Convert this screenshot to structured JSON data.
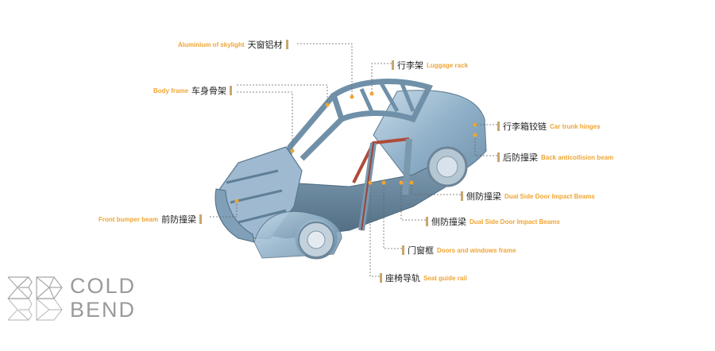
{
  "labels": {
    "skylight": {
      "en": "Aluminium of skylight",
      "cn": "天窗铝材"
    },
    "body_frame": {
      "en": "Body frame",
      "cn": "车身骨架"
    },
    "front_bumper": {
      "en": "Front bumper beam",
      "cn": "前防撞梁"
    },
    "luggage_rack": {
      "cn": "行李架",
      "en": "Luggage rack"
    },
    "trunk_hinges": {
      "cn": "行李箱铰链",
      "en": "Car trunk hinges"
    },
    "back_beam": {
      "cn": "后防撞梁",
      "en": "Back anticollision beam"
    },
    "side_door_1": {
      "cn": "侧防撞梁",
      "en": "Dual Side Door Impact Beams"
    },
    "side_door_2": {
      "cn": "侧防撞梁",
      "en": "Dual Side Door Impact Beams"
    },
    "door_frame": {
      "cn": "门窗框",
      "en": "Doors and windows frame"
    },
    "seat_rail": {
      "cn": "座椅导轨",
      "en": "Seat guide rail"
    }
  },
  "logo": {
    "line1": "COLD",
    "line2": "BEND"
  },
  "colors": {
    "accent": "#f0a531",
    "car_body": "#8fb0c8",
    "leader": "#555555",
    "marker": "#f0a531"
  }
}
